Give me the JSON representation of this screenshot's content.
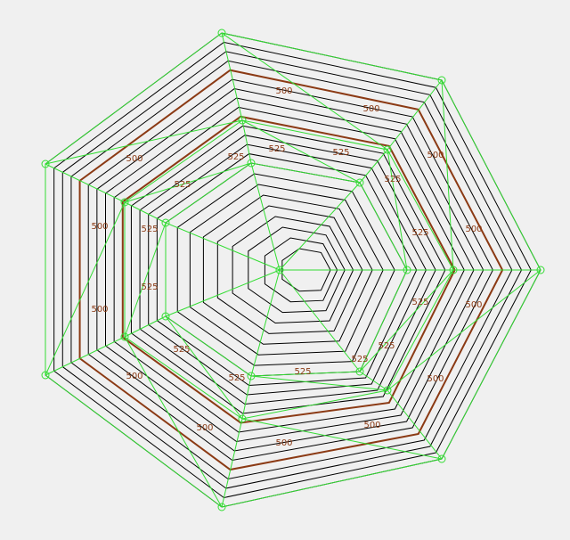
{
  "diagram": {
    "type": "contour-mesh",
    "colors": {
      "background": "#f0f0f0",
      "mesh": "#33dd33",
      "contour": "#000000",
      "major_contour": "#8b3a14",
      "label": "#8b3a14"
    },
    "contour_levels": {
      "major_500": "500",
      "major_525": "525"
    },
    "labels": [
      "500",
      "500",
      "500",
      "500",
      "500",
      "500",
      "500",
      "500",
      "500",
      "500",
      "500",
      "500",
      "500",
      "525",
      "525",
      "525",
      "525",
      "525",
      "525",
      "525",
      "525",
      "525",
      "525",
      "525",
      "525",
      "525",
      "525"
    ]
  }
}
